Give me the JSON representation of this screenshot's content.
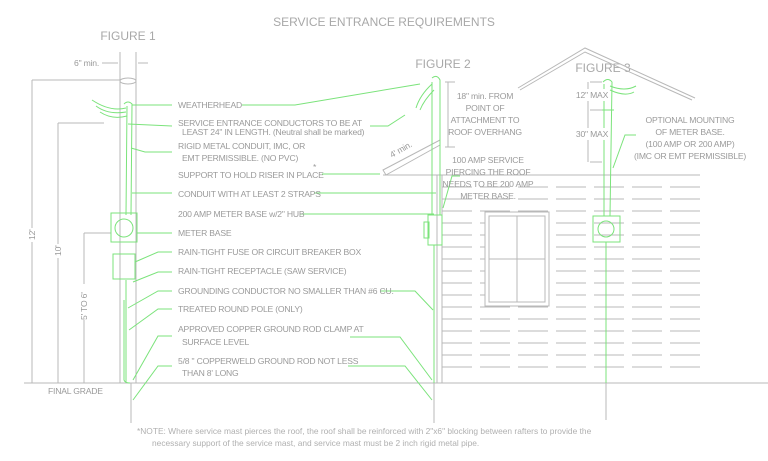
{
  "title": "SERVICE ENTRANCE REQUIREMENTS",
  "figures": {
    "f1": "FIGURE 1",
    "f2": "FIGURE 2",
    "f3": "FIGURE 3"
  },
  "figure1": {
    "width_dim": "6\" min.",
    "dim_12": "12'",
    "dim_10": "10'",
    "dim_5to6": "5' TO 6'",
    "final_grade": "FINAL GRADE",
    "labels": [
      "WEATHERHEAD",
      "SERVICE ENTRANCE CONDUCTORS TO BE AT",
      "LEAST 24\" IN LENGTH. (Neutral shall be marked)",
      "RIGID METAL CONDUIT, IMC, OR",
      "EMT PERMISSIBLE.  (NO PVC)",
      "SUPPORT TO HOLD RISER IN PLACE",
      "CONDUIT WITH AT LEAST 2 STRAPS",
      "200 AMP METER BASE w/2\" HUB",
      "METER BASE",
      "RAIN-TIGHT FUSE OR CIRCUIT BREAKER BOX",
      "RAIN-TIGHT RECEPTACLE (SAW SERVICE)",
      "GROUNDING CONDUCTOR NO SMALLER THAN #6 CU.",
      "TREATED ROUND POLE (ONLY)",
      "APPROVED COPPER GROUND ROD CLAMP AT",
      "SURFACE LEVEL",
      "5/8 \" COPPERWELD GROUND ROD NOT LESS",
      "THAN 8' LONG"
    ],
    "asterisk": "*"
  },
  "figure2": {
    "dim_4": "4' min.",
    "dim_18": [
      "18\" min. FROM",
      "POINT OF",
      "ATTACHMENT TO",
      "ROOF OVERHANG"
    ],
    "service_note": [
      "100 AMP SERVICE",
      "PIERCING THE ROOF",
      "NEEDS TO BE 200 AMP",
      "METER BASE."
    ]
  },
  "figure3": {
    "dim_12": "12\" MAX",
    "dim_30": "30\" MAX",
    "optional": [
      "OPTIONAL MOUNTING",
      "OF METER BASE.",
      "(100 AMP OR 200 AMP)",
      "(IMC OR EMT PERMISSIBLE)"
    ]
  },
  "note": [
    "*NOTE: Where service mast pierces the roof, the roof shall be reinforced with 2\"x6\" blocking between rafters to provide the",
    "necessary support of the service mast, and service mast must be 2 inch rigid metal pipe."
  ],
  "colors": {
    "line": "#b8b8b8",
    "green": "#7be37b",
    "text": "#9a9a9a"
  }
}
